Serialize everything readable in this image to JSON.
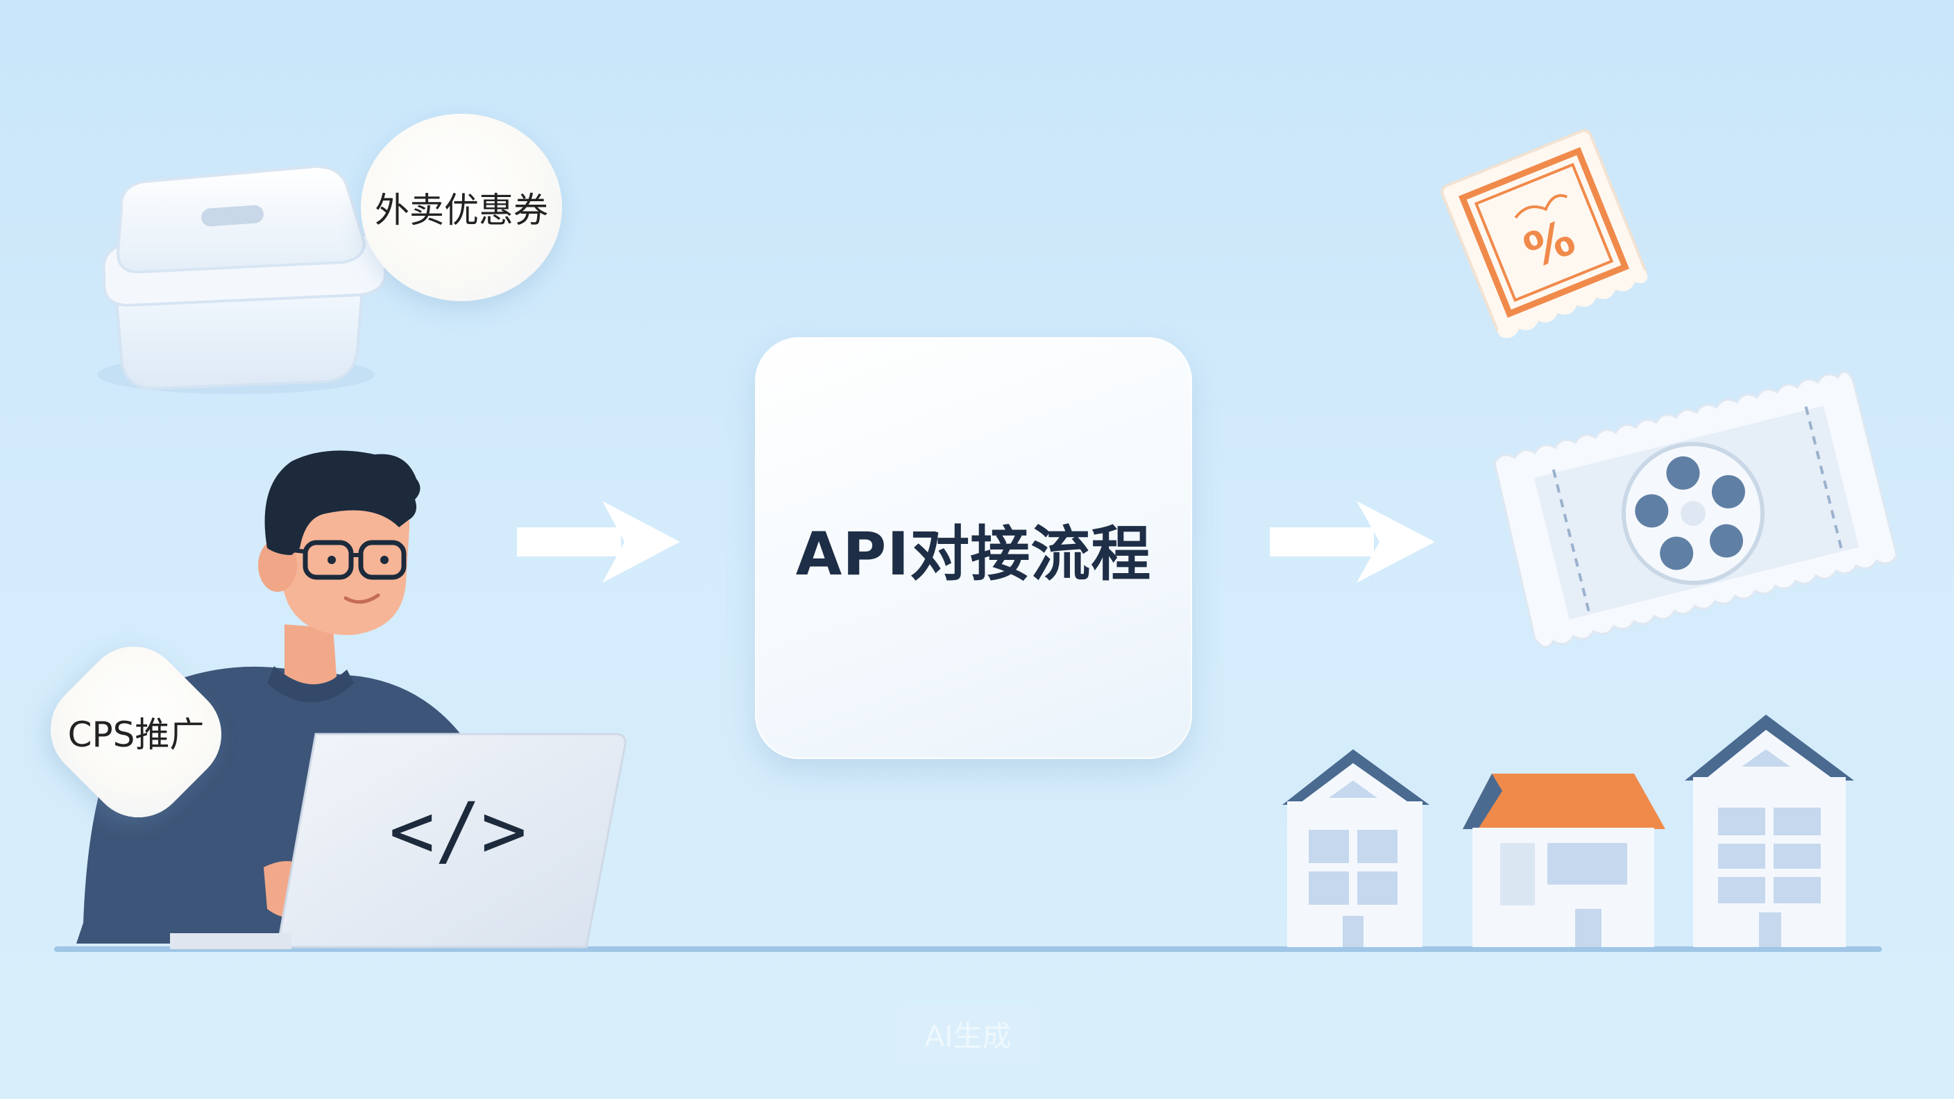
{
  "center": {
    "title": "API对接流程"
  },
  "bubbles": {
    "coupon": "外卖优惠券",
    "cps": "CPS推广"
  },
  "laptop": {
    "code_symbol": "</>"
  },
  "coupon_ticket": {
    "symbol": "%"
  },
  "watermark": "AI生成",
  "colors": {
    "background": "#cfe8fa",
    "navy": "#3d5578",
    "orange": "#f08a4b",
    "house_blue": "#4a6a90",
    "ground": "#9fc6e6"
  },
  "icons": [
    "takeout-box-icon",
    "developer-person-icon",
    "laptop-icon",
    "arrow-right-icon",
    "coupon-ticket-icon",
    "movie-ticket-icon",
    "house-icon"
  ]
}
